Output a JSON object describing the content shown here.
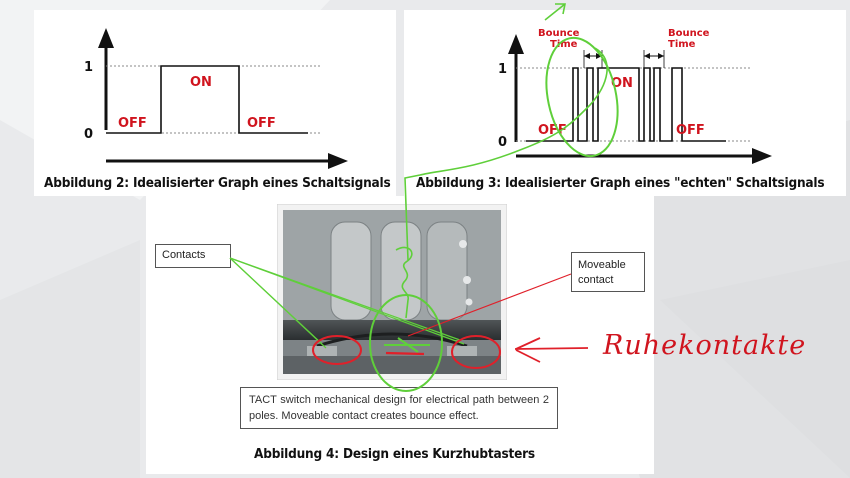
{
  "fig2": {
    "level_high": "1",
    "level_low": "0",
    "state_on": "ON",
    "state_off_1": "OFF",
    "state_off_2": "OFF",
    "caption": "Abbildung 2: Idealisierter Graph eines Schaltsignals"
  },
  "fig3": {
    "level_high": "1",
    "level_low": "0",
    "state_on": "ON",
    "state_off_1": "OFF",
    "state_off_2": "OFF",
    "bounce_time_1_line1": "Bounce",
    "bounce_time_1_line2": "Time",
    "bounce_time_2_line1": "Bounce",
    "bounce_time_2_line2": "Time",
    "caption": "Abbildung 3: Idealisierter Graph eines \"echten\" Schaltsignals"
  },
  "fig4": {
    "contacts_label": "Contacts",
    "moveable_label": "Moveable contact",
    "photo_caption": "TACT switch mechanical design for electrical path between 2 poles. Moveable contact creates bounce effect.",
    "caption": "Abbildung 4: Design eines Kurzhubtasters"
  },
  "annotation": {
    "handwritten": "Ruhekontakte"
  },
  "colors": {
    "signal_red": "#d0141e",
    "ink_green": "#5fcf3a",
    "ink_red": "#e0202a"
  }
}
